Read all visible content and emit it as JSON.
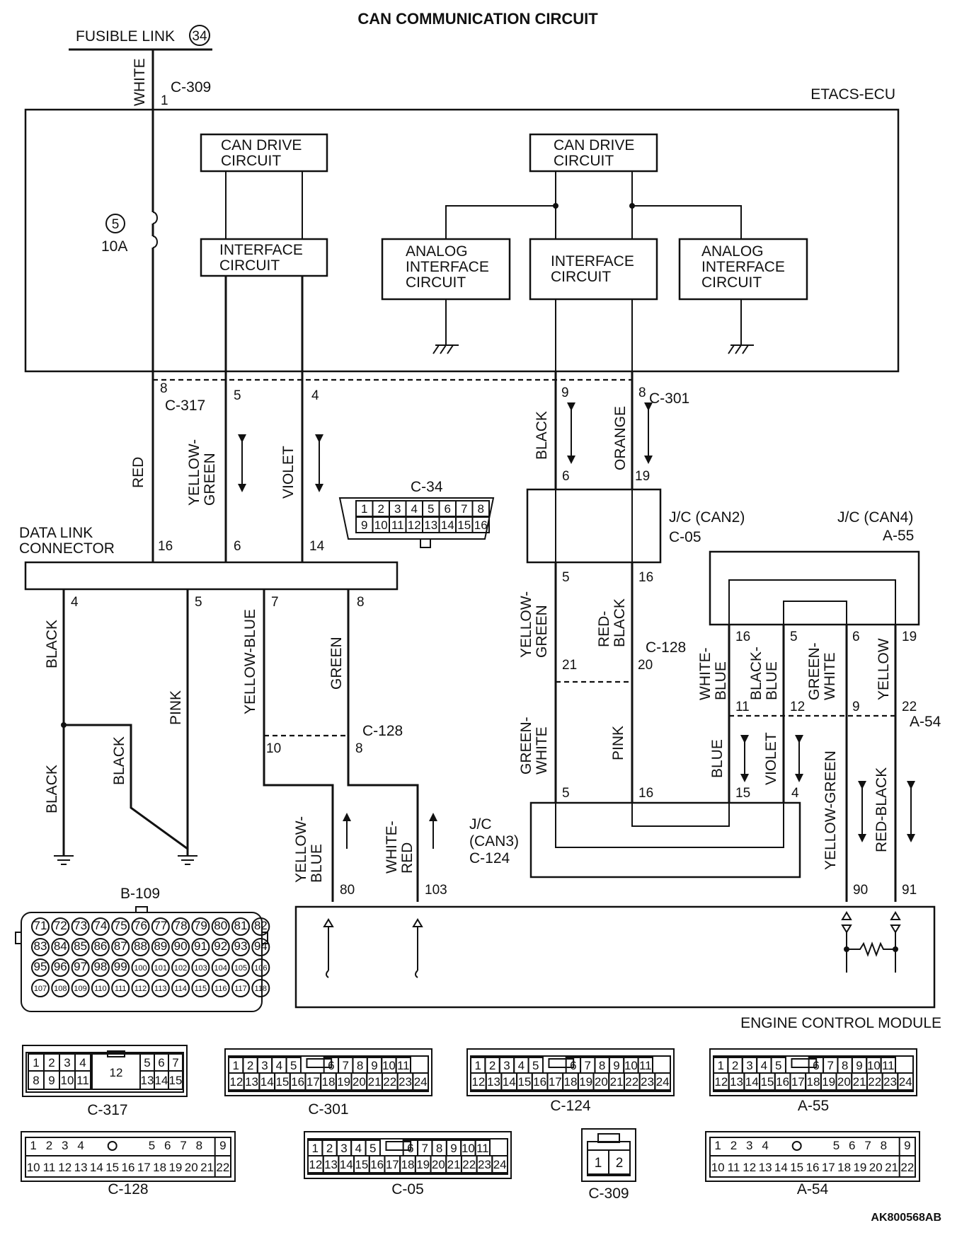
{
  "title": "CAN COMMUNICATION CIRCUIT",
  "fusible_link": {
    "label": "FUSIBLE LINK",
    "number": "34"
  },
  "fuse": {
    "number": "5",
    "rating": "10A"
  },
  "etacs": {
    "label": "ETACS-ECU",
    "can_drive": "CAN DRIVE\nCIRCUIT",
    "interface": "INTERFACE\nCIRCUIT",
    "analog": "ANALOG\nINTERFACE\nCIRCUIT"
  },
  "ecm_label": "ENGINE CONTROL MODULE",
  "data_link_connector": "DATA LINK\nCONNECTOR",
  "jc": {
    "can2": "J/C (CAN2)\nC-05",
    "can4": "J/C (CAN4)\nA-55",
    "can3": "J/C\n(CAN3)\nC-124"
  },
  "connector_ids": [
    "C-309",
    "C-317",
    "C-301",
    "C-34",
    "C-128",
    "A-54",
    "B-109"
  ],
  "wires": [
    "WHITE",
    "RED",
    "YELLOW-\nGREEN",
    "VIOLET",
    "BLACK",
    "ORANGE",
    "BLACK",
    "PINK",
    "YELLOW-BLUE",
    "GREEN",
    "BLACK",
    "BLACK",
    "YELLOW-\nBLUE",
    "WHITE-\nRED",
    "YELLOW-\nGREEN",
    "RED-\nBLACK",
    "GREEN-\nWHITE",
    "PINK",
    "WHITE-\nBLUE",
    "BLACK-\nBLUE",
    "GREEN-\nWHITE",
    "YELLOW",
    "BLUE",
    "VIOLET",
    "YELLOW-GREEN",
    "RED-BLACK"
  ],
  "pins": [
    "1",
    "8",
    "5",
    "4",
    "9",
    "8",
    "6",
    "19",
    "16",
    "6",
    "14",
    "4",
    "5",
    "7",
    "8",
    "10",
    "8",
    "80",
    "103",
    "5",
    "16",
    "21",
    "20",
    "5",
    "16",
    "16",
    "5",
    "6",
    "19",
    "11",
    "12",
    "9",
    "22",
    "15",
    "4",
    "90",
    "91"
  ],
  "c34_rows": [
    [
      "1",
      "2",
      "3",
      "4",
      "5",
      "6",
      "7",
      "8"
    ],
    [
      "9",
      "10",
      "11",
      "12",
      "13",
      "14",
      "15",
      "16"
    ]
  ],
  "b109": [
    [
      "71",
      "72",
      "73",
      "74",
      "75",
      "76",
      "77",
      "78",
      "79",
      "80",
      "81",
      "82"
    ],
    [
      "83",
      "84",
      "85",
      "86",
      "87",
      "88",
      "89",
      "90",
      "91",
      "92",
      "93",
      "94"
    ],
    [
      "95",
      "96",
      "97",
      "98",
      "99",
      "100",
      "101",
      "102",
      "103",
      "104",
      "105",
      "106"
    ],
    [
      "107",
      "108",
      "109",
      "110",
      "111",
      "112",
      "113",
      "114",
      "115",
      "116",
      "117",
      "118"
    ]
  ],
  "c317": {
    "label": "C-317",
    "top": [
      "1",
      "2",
      "3",
      "4",
      "12",
      "5",
      "6",
      "7"
    ],
    "bottom": [
      "8",
      "9",
      "10",
      "11",
      "13",
      "14",
      "15"
    ]
  },
  "c309": {
    "label": "C-309",
    "pins": [
      "1",
      "2"
    ]
  },
  "connector_24": [
    {
      "label": "C-301",
      "top": [
        "1",
        "2",
        "3",
        "4",
        "5",
        "6",
        "7",
        "8",
        "9",
        "10",
        "11"
      ],
      "bottom": [
        "12",
        "13",
        "14",
        "15",
        "16",
        "17",
        "18",
        "19",
        "20",
        "21",
        "22",
        "23",
        "24"
      ]
    },
    {
      "label": "C-124",
      "top": [
        "1",
        "2",
        "3",
        "4",
        "5",
        "6",
        "7",
        "8",
        "9",
        "10",
        "11"
      ],
      "bottom": [
        "12",
        "13",
        "14",
        "15",
        "16",
        "17",
        "18",
        "19",
        "20",
        "21",
        "22",
        "23",
        "24"
      ]
    },
    {
      "label": "A-55",
      "top": [
        "1",
        "2",
        "3",
        "4",
        "5",
        "6",
        "7",
        "8",
        "9",
        "10",
        "11"
      ],
      "bottom": [
        "12",
        "13",
        "14",
        "15",
        "16",
        "17",
        "18",
        "19",
        "20",
        "21",
        "22",
        "23",
        "24"
      ]
    },
    {
      "label": "C-05",
      "top": [
        "1",
        "2",
        "3",
        "4",
        "5",
        "6",
        "7",
        "8",
        "9",
        "10",
        "11"
      ],
      "bottom": [
        "12",
        "13",
        "14",
        "15",
        "16",
        "17",
        "18",
        "19",
        "20",
        "21",
        "22",
        "23",
        "24"
      ]
    }
  ],
  "connector_22": [
    {
      "label": "C-128",
      "top": [
        "1",
        "2",
        "3",
        "4",
        "O",
        "5",
        "6",
        "7",
        "8",
        "9"
      ],
      "bottom": [
        "10",
        "11",
        "12",
        "13",
        "14",
        "15",
        "16",
        "17",
        "18",
        "19",
        "20",
        "21",
        "22"
      ]
    },
    {
      "label": "A-54",
      "top": [
        "1",
        "2",
        "3",
        "4",
        "O",
        "5",
        "6",
        "7",
        "8",
        "9"
      ],
      "bottom": [
        "10",
        "11",
        "12",
        "13",
        "14",
        "15",
        "16",
        "17",
        "18",
        "19",
        "20",
        "21",
        "22"
      ]
    }
  ],
  "footer_code": "AK800568AB"
}
